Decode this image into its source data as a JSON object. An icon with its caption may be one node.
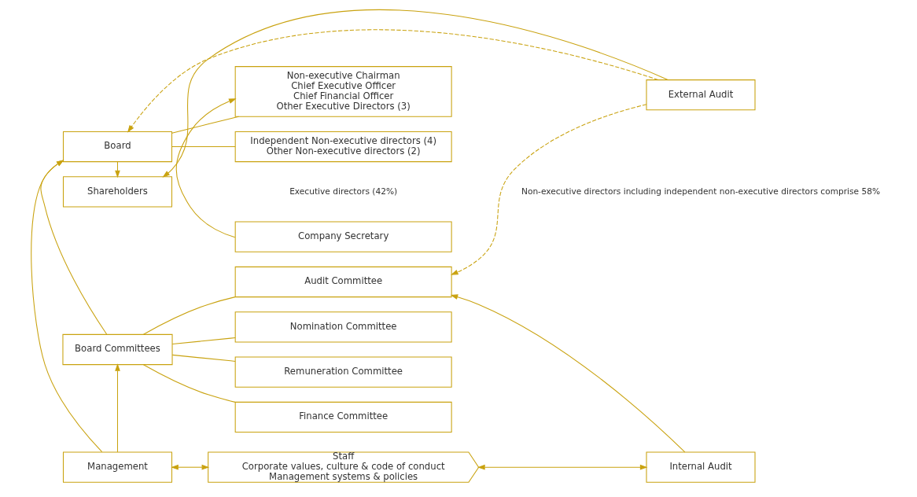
{
  "diagram": {
    "nodes": [
      {
        "text": [
          "Shareholders"
        ]
      },
      {
        "text": [
          "External Audit"
        ]
      },
      {
        "text": [
          "Board"
        ]
      },
      {
        "text": [
          "Non-executive Chairman",
          "Chief Executive Officer",
          "Chief Financial Officer",
          "Other Executive Directors (3)"
        ]
      },
      {
        "text": [
          "Independent Non-executive directors (4)",
          "Other Non-executive directors (2)"
        ]
      },
      {
        "text": [
          "Audit Committee"
        ]
      },
      {
        "text": [
          "Nomination Committee"
        ]
      },
      {
        "text": [
          "Remuneration Committee"
        ]
      },
      {
        "text": [
          "Finance Committee"
        ]
      },
      {
        "text": [
          "Board Committees"
        ]
      },
      {
        "text": [
          "Company Secretary"
        ]
      },
      {
        "text": [
          "Management"
        ]
      },
      {
        "text": [
          "Staff",
          "Corporate values, culture & code of conduct",
          "Management systems & policies"
        ]
      },
      {
        "text": [
          "Internal Audit"
        ]
      }
    ],
    "edges": [
      {
        "from": 1,
        "to": 0,
        "arrow": "to"
      },
      {
        "from": 2,
        "to": 0,
        "arrow": "to"
      },
      {
        "from": 1,
        "to": 2,
        "arrow": "to",
        "style": "dashed"
      },
      {
        "from": 1,
        "to": 5,
        "arrow": "to",
        "style": "dashed"
      },
      {
        "from": 2,
        "to": 3,
        "arrow": "none"
      },
      {
        "from": 2,
        "to": 4,
        "arrow": "none"
      },
      {
        "from": 9,
        "to": 5,
        "arrow": "none"
      },
      {
        "from": 9,
        "to": 6,
        "arrow": "none"
      },
      {
        "from": 9,
        "to": 7,
        "arrow": "none"
      },
      {
        "from": 9,
        "to": 8,
        "arrow": "none"
      },
      {
        "from": 9,
        "to": 2,
        "arrow": "to"
      },
      {
        "from": 11,
        "to": 2,
        "arrow": "to"
      },
      {
        "from": 11,
        "to": 9,
        "arrow": "to"
      },
      {
        "from": 10,
        "to": 3,
        "arrow": "to"
      },
      {
        "from": 13,
        "to": 5,
        "arrow": "to"
      },
      {
        "from": 11,
        "to": 12,
        "arrow": "both"
      },
      {
        "from": 12,
        "to": 13,
        "arrow": "both"
      }
    ],
    "labels": [
      "Executive directors (42%)",
      "Non-executive directors including independent non-executive directors comprise 58%"
    ]
  }
}
